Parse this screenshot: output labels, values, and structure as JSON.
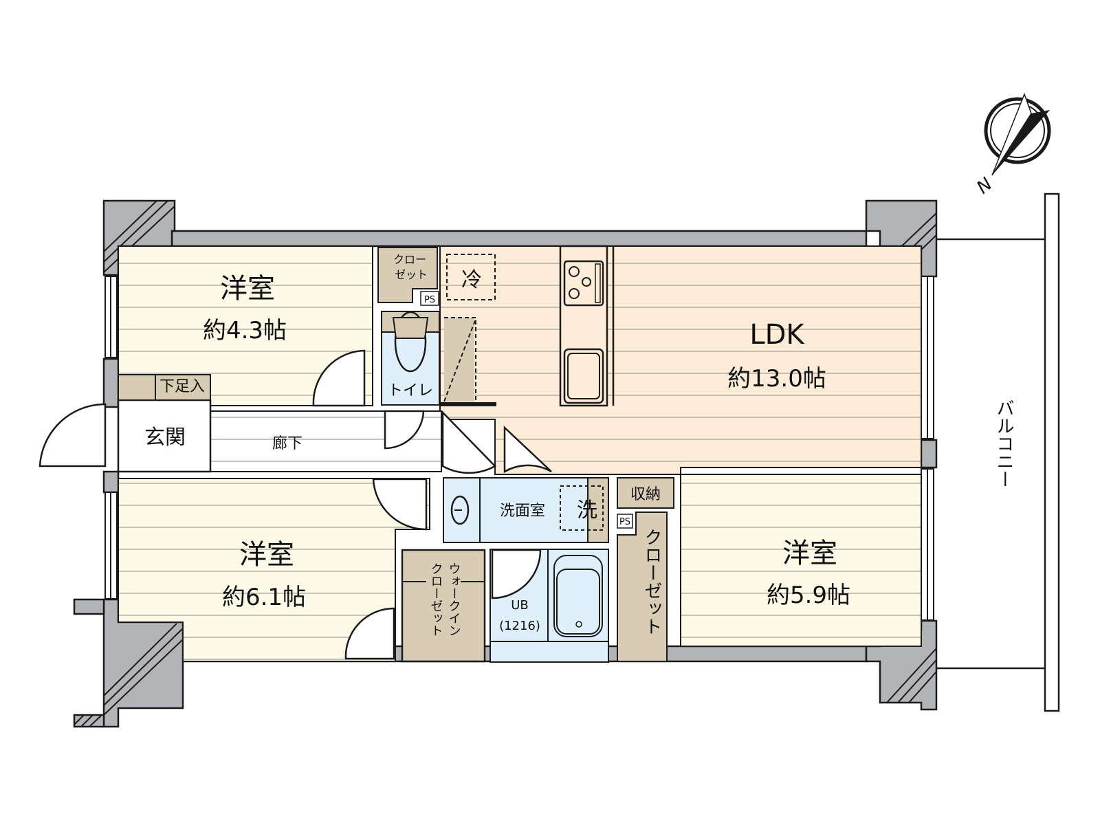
{
  "floorplan": {
    "rooms": [
      {
        "id": "western-room-1",
        "name": "洋室",
        "area": "約4.3帖"
      },
      {
        "id": "ldk",
        "name": "LDK",
        "area": "約13.0帖"
      },
      {
        "id": "western-room-2",
        "name": "洋室",
        "area": "約6.1帖"
      },
      {
        "id": "western-room-3",
        "name": "洋室",
        "area": "約5.9帖"
      }
    ],
    "labels": {
      "entrance": "玄関",
      "shoe_cabinet": "下足入",
      "hallway": "廊下",
      "toilet": "トイレ",
      "closet_small_line1": "クロー",
      "closet_small_line2": "ゼット",
      "ps": "PS",
      "fridge": "冷",
      "washroom": "洗面室",
      "washer": "洗",
      "storage": "収納",
      "unit_bath": "UB",
      "unit_bath_size": "(1216)",
      "walk_in_line1": "ウォークイン",
      "walk_in_line2": "クローゼット",
      "closet_tall": "クローゼット",
      "balcony": "バルコニー",
      "compass_n": "N"
    },
    "colors": {
      "wall": "#b3b4b8",
      "western_floor": "#fefae8",
      "ldk_floor": "#fdecd8",
      "wet_area": "#dff0fb",
      "storage": "#d8cdb4",
      "line": "#1a1a1a",
      "plank": "#b8b0a2"
    }
  }
}
